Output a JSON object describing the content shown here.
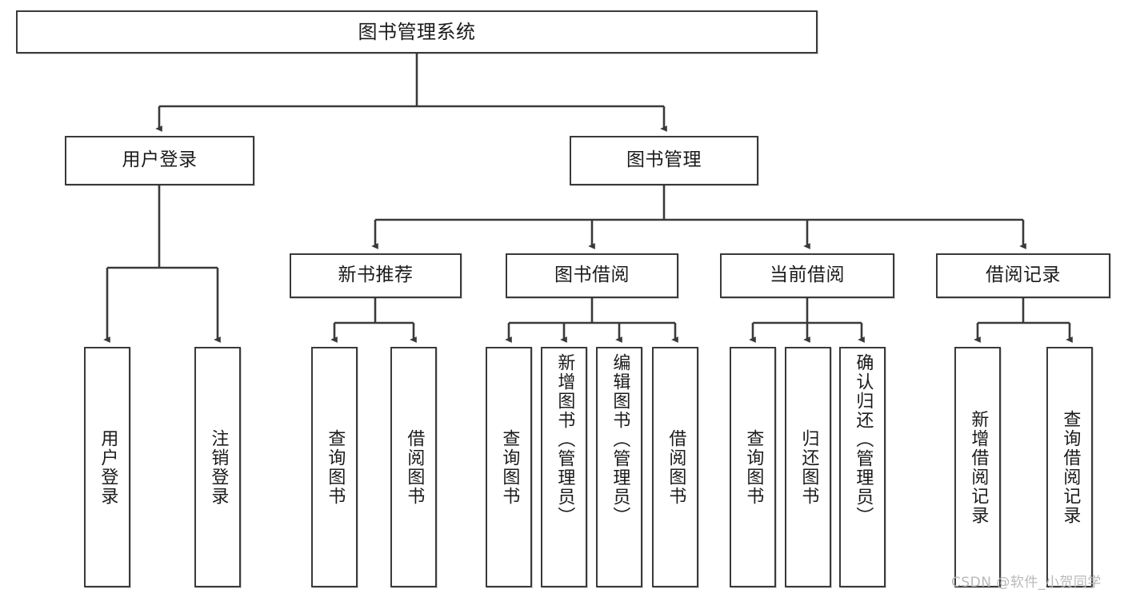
{
  "diagram": {
    "type": "tree-hierarchy",
    "title": "图书管理系统",
    "orientation": "top-down",
    "root": {
      "id": "root",
      "label": "图书管理系统",
      "text_direction": "horizontal"
    },
    "level2": [
      {
        "id": "user-login",
        "label": "用户登录",
        "text_direction": "horizontal"
      },
      {
        "id": "book-manage",
        "label": "图书管理",
        "text_direction": "horizontal"
      }
    ],
    "level3": [
      {
        "id": "new-book-rec",
        "label": "新书推荐",
        "text_direction": "horizontal",
        "parent": "book-manage"
      },
      {
        "id": "book-borrow",
        "label": "图书借阅",
        "text_direction": "horizontal",
        "parent": "book-manage"
      },
      {
        "id": "current-borrow",
        "label": "当前借阅",
        "text_direction": "horizontal",
        "parent": "book-manage"
      },
      {
        "id": "borrow-record",
        "label": "借阅记录",
        "text_direction": "horizontal",
        "parent": "book-manage"
      }
    ],
    "leaves": [
      {
        "id": "leaf-user-login",
        "label": "用户登录",
        "parent": "user-login",
        "text_direction": "vertical"
      },
      {
        "id": "leaf-user-logout",
        "label": "注销登录",
        "parent": "user-login",
        "text_direction": "vertical"
      },
      {
        "id": "leaf-query-book-1",
        "label": "查询图书",
        "parent": "new-book-rec",
        "text_direction": "vertical"
      },
      {
        "id": "leaf-borrow-book-1",
        "label": "借阅图书",
        "parent": "new-book-rec",
        "text_direction": "vertical"
      },
      {
        "id": "leaf-query-book-2",
        "label": "查询图书",
        "parent": "book-borrow",
        "text_direction": "vertical"
      },
      {
        "id": "leaf-add-book",
        "label": "新增图书（管理员）",
        "parent": "book-borrow",
        "text_direction": "vertical"
      },
      {
        "id": "leaf-edit-book",
        "label": "编辑图书（管理员）",
        "parent": "book-borrow",
        "text_direction": "vertical"
      },
      {
        "id": "leaf-borrow-book-2",
        "label": "借阅图书",
        "parent": "book-borrow",
        "text_direction": "vertical"
      },
      {
        "id": "leaf-query-book-3",
        "label": "查询图书",
        "parent": "current-borrow",
        "text_direction": "vertical"
      },
      {
        "id": "leaf-return-book",
        "label": "归还图书",
        "parent": "current-borrow",
        "text_direction": "vertical"
      },
      {
        "id": "leaf-confirm-return",
        "label": "确认归还（管理员）",
        "parent": "current-borrow",
        "text_direction": "vertical"
      },
      {
        "id": "leaf-add-record",
        "label": "新增借阅记录",
        "parent": "borrow-record",
        "text_direction": "vertical"
      },
      {
        "id": "leaf-query-record",
        "label": "查询借阅记录",
        "parent": "borrow-record",
        "text_direction": "vertical"
      }
    ]
  },
  "watermark": {
    "text": "CSDN @软件_小贺同学"
  },
  "colors": {
    "stroke": "#3a3a3a",
    "fill": "#ffffff",
    "text": "#1b1b1b",
    "watermark": "#b9b9b9"
  }
}
